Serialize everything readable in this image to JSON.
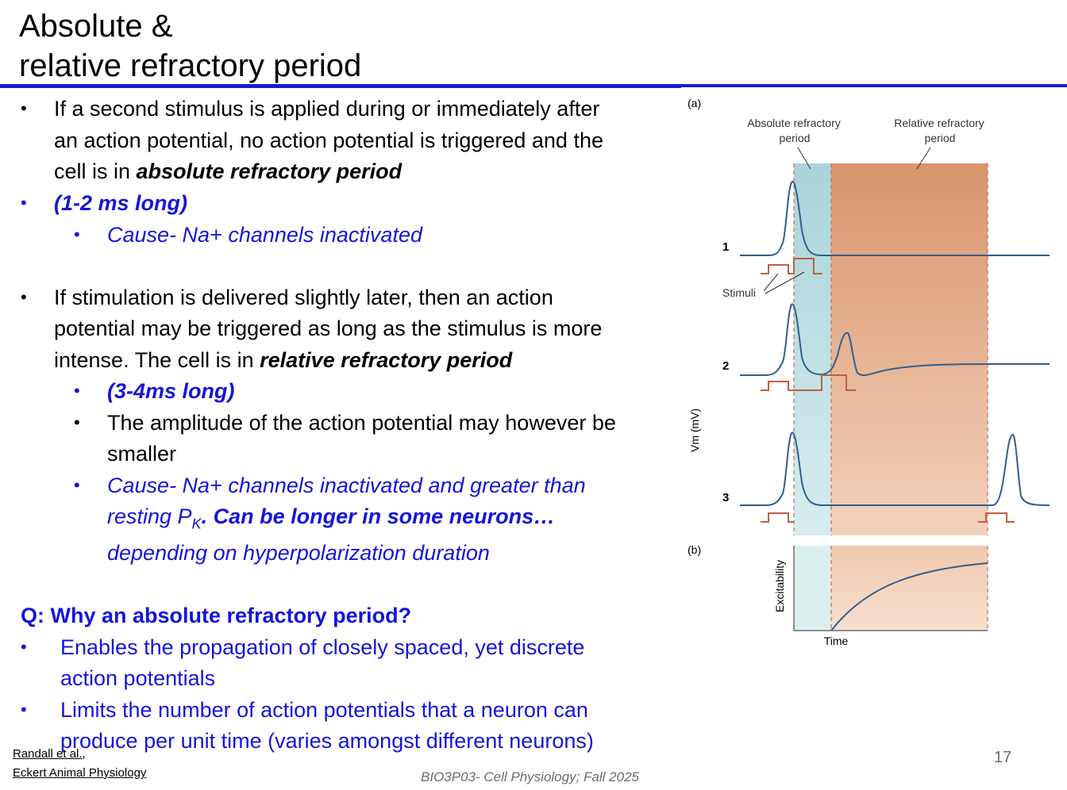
{
  "title": {
    "line1": "Absolute &",
    "line2": "relative refractory period"
  },
  "content": {
    "b1_l1": "If a second stimulus is applied during or immediately after",
    "b1_l2": "an action potential, no action potential is triggered and the",
    "b1_l3a": "cell is in ",
    "b1_l3b": "absolute refractory period",
    "b2": "(1-2 ms long)",
    "b2_sub": "Cause- Na+ channels inactivated",
    "b3_l1": "If stimulation is delivered slightly later, then an action",
    "b3_l2": "potential may be triggered as long as the stimulus is more",
    "b3_l3a": "intense.  The cell is in ",
    "b3_l3b": "relative refractory period",
    "b3_sub1": "(3-4ms long)",
    "b3_sub2_l1": "The amplitude of the action potential may however be",
    "b3_sub2_l2": "smaller",
    "b3_sub3_l1": "Cause- Na+ channels inactivated and greater than",
    "b3_sub3_l2a": "resting P",
    "b3_sub3_l2sub": "K",
    "b3_sub3_l2b": ".",
    "b3_sub3_l2c": "  Can be longer in some neurons…",
    "b3_sub3_l3": "depending on hyperpolarization duration",
    "q": "Q: Why an absolute refractory period?",
    "q_b1_l1": "Enables the propagation of closely spaced, yet discrete",
    "q_b1_l2": "action potentials",
    "q_b2_l1": "Limits the number of action potentials that a neuron can",
    "q_b2_l2": "produce per unit time (varies amongst different neurons)"
  },
  "bullet_char": "•",
  "footer": {
    "cite_l1": "Randall et al.,",
    "cite_l2": "Eckert Animal Physiology",
    "course": "BIO3P03- Cell Physiology; Fall 2025",
    "page": "17"
  },
  "figure": {
    "panel_a": "(a)",
    "panel_b": "(b)",
    "abs_label_l1": "Absolute refractory",
    "abs_label_l2": "period",
    "rel_label_l1": "Relative refractory",
    "rel_label_l2": "period",
    "trace1": "1",
    "trace2": "2",
    "trace3": "3",
    "stimuli": "Stimuli",
    "ylabel_a": "Vm (mV)",
    "ylabel_b": "Excitability",
    "xlabel_b": "Time"
  },
  "colors": {
    "title_rule": "#1a1ad6",
    "blue_text": "#1515d9",
    "trace": "#2f5f8f",
    "stimulus": "#c0603f",
    "absolute_zone": "#a9d4d9",
    "relative_zone": "#d9946a"
  }
}
